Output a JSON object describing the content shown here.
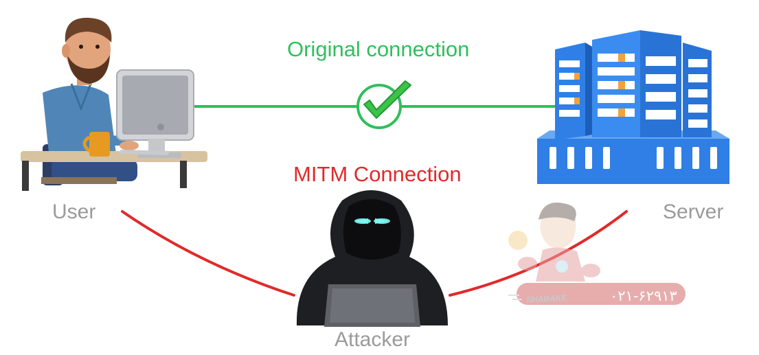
{
  "diagram": {
    "original_label": "Original connection",
    "mitm_label": "MITM Connection",
    "user_label": "User",
    "server_label": "Server",
    "attacker_label": "Attacker"
  },
  "watermark": {
    "phone": "۰۲۱-۶۲۹۱۳",
    "brand": "SHABAKE"
  },
  "colors": {
    "original_line": "#2fbf5b",
    "mitm_line": "#e02a2a",
    "label_gray": "#9a9a9a",
    "server_blue": "#2f7fe6"
  },
  "icons": [
    "user-at-computer-icon",
    "server-building-icon",
    "checkmark-icon",
    "hooded-hacker-icon",
    "brand-mascot-logo"
  ]
}
